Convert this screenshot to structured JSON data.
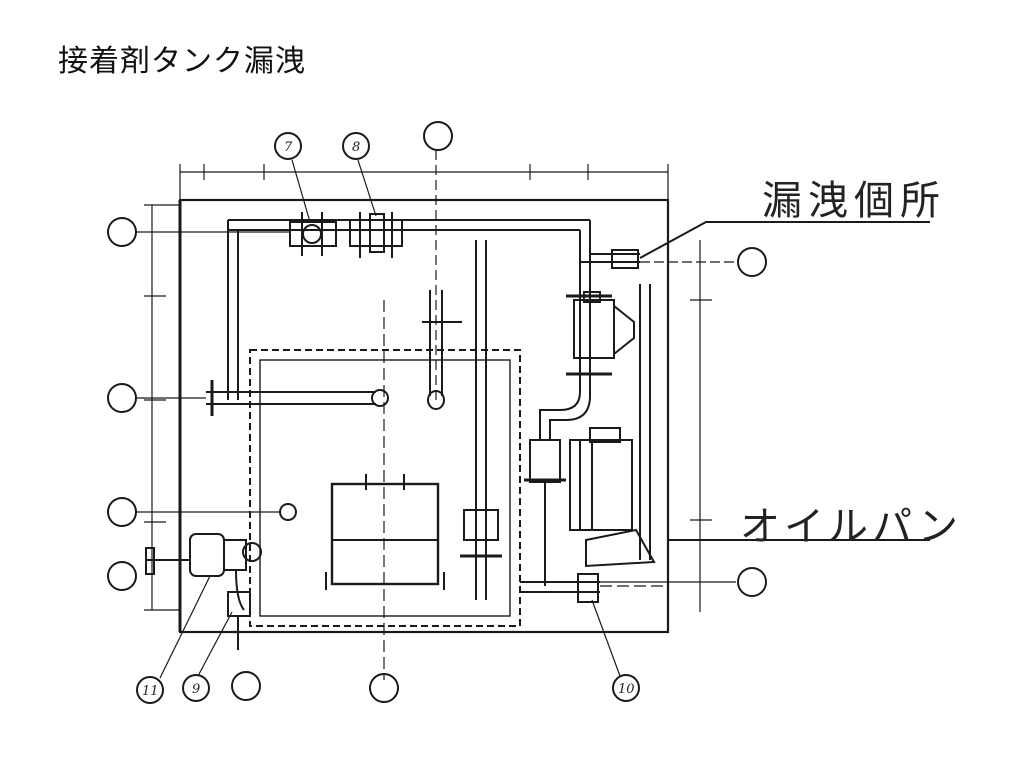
{
  "title": "接着剤タンク漏洩",
  "annotations": {
    "leak_location": "漏洩個所",
    "oil_pan": "オイルパン"
  },
  "part_numbers": {
    "p7": "7",
    "p8": "8",
    "p9": "9",
    "p10": "10",
    "p11": "11"
  },
  "colors": {
    "line": "#1a1a1a",
    "background": "#ffffff"
  }
}
